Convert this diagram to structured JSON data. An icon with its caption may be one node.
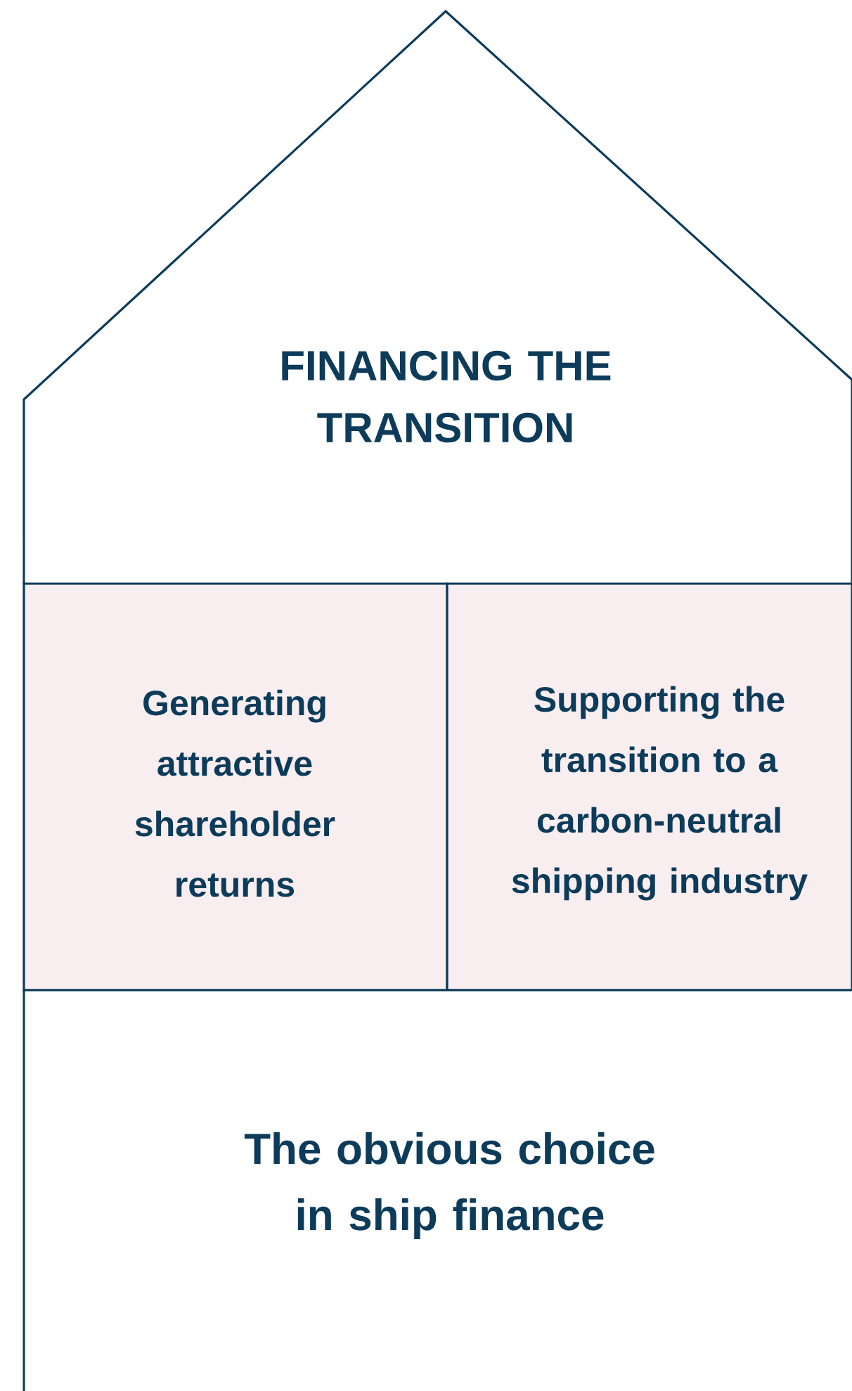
{
  "diagram": {
    "nodes": [
      {
        "text": [
          "FINANCING THE TRANSITION"
        ]
      },
      {
        "text": [
          "Generating attractive shareholder returns"
        ]
      },
      {
        "text": [
          "Supporting the transition to a carbon-neutral shipping industry"
        ]
      },
      {
        "text": [
          "The obvious choice in ship finance"
        ]
      }
    ]
  }
}
